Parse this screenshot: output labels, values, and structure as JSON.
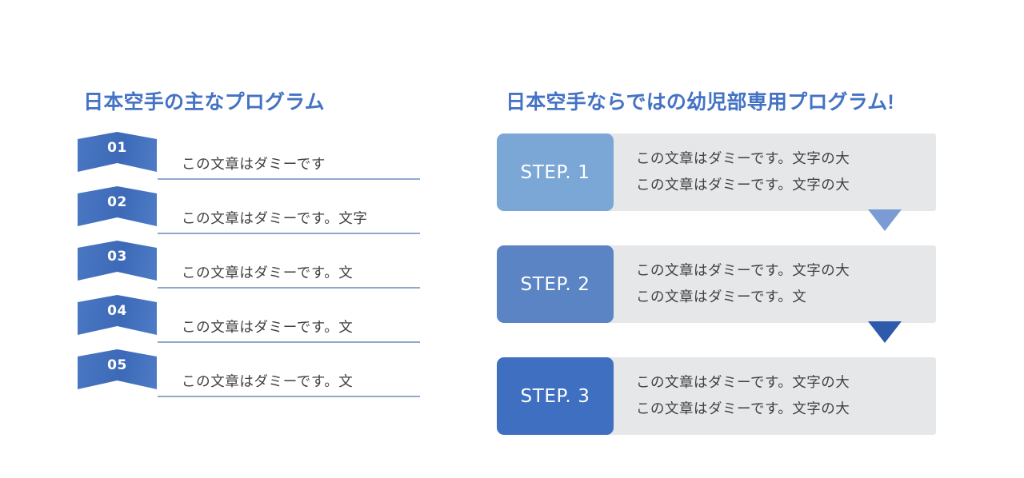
{
  "left": {
    "title": "日本空手の主なプログラム",
    "accent_color": "#4472C4",
    "rule_color": "#8FA9CD",
    "items": [
      {
        "number": "01",
        "text": "この文章はダミーです"
      },
      {
        "number": "02",
        "text": "この文章はダミーです。文字"
      },
      {
        "number": "03",
        "text": "この文章はダミーです。文"
      },
      {
        "number": "04",
        "text": "この文章はダミーです。文"
      },
      {
        "number": "05",
        "text": "この文章はダミーです。文"
      }
    ]
  },
  "right": {
    "title": "日本空手ならではの幼児部専用プログラム!",
    "accent_color": "#4472C4",
    "panel_color": "#E6E7E9",
    "steps": [
      {
        "label": "STEP. 1",
        "box_color": "#7BA7D7",
        "line1": "この文章はダミーです。文字の大",
        "line2": "この文章はダミーです。文字の大",
        "arrow_color": "#7B9BD4"
      },
      {
        "label": "STEP. 2",
        "box_color": "#5B84C4",
        "line1": "この文章はダミーです。文字の大",
        "line2": "この文章はダミーです。文",
        "arrow_color": "#2E5AAC"
      },
      {
        "label": "STEP. 3",
        "box_color": "#3F6FC0",
        "line1": "この文章はダミーです。文字の大",
        "line2": "この文章はダミーです。文字の大",
        "arrow_color": ""
      }
    ]
  }
}
